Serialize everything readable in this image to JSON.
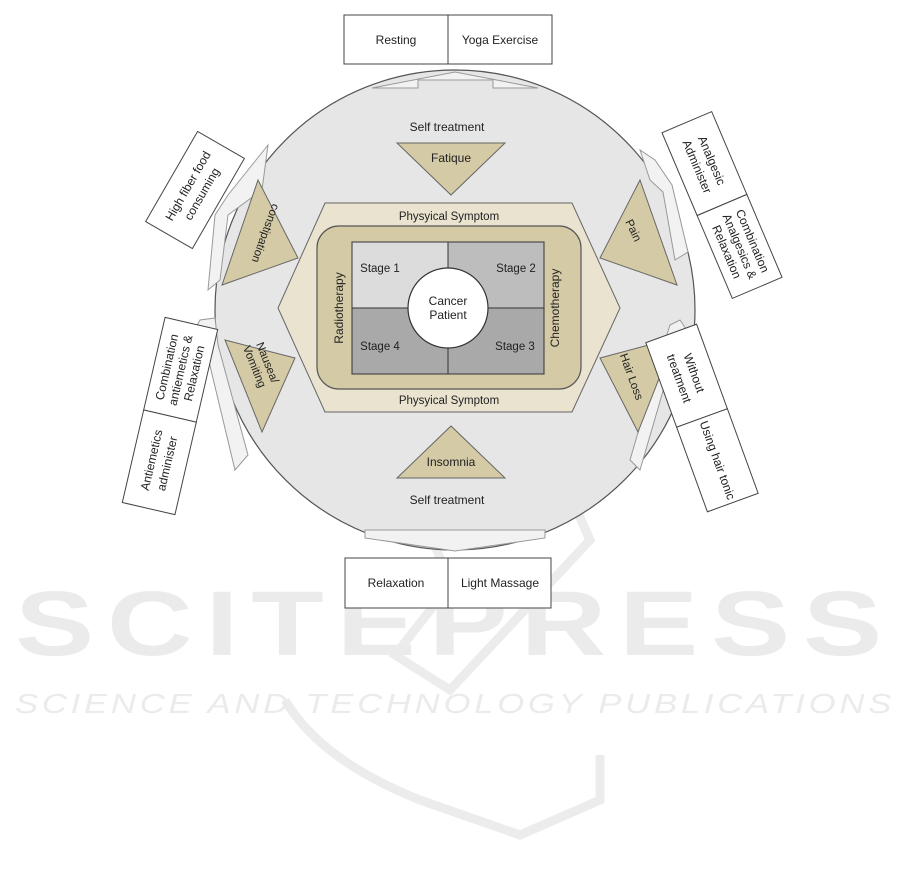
{
  "watermark": {
    "brand": "SCITEPRESS",
    "tagline": "SCIENCE AND TECHNOLOGY PUBLICATIONS"
  },
  "center": {
    "label_line1": "Cancer",
    "label_line2": "Patient",
    "stages": [
      "Stage 1",
      "Stage 2",
      "Stage 3",
      "Stage 4"
    ],
    "left_therapy": "Radiotherapy",
    "right_therapy": "Chemotherapy",
    "band_label_top": "Physyical Symptom",
    "band_label_bottom": "Physyical Symptom"
  },
  "self_treatment": {
    "top": "Self treatment",
    "bottom": "Self treatment"
  },
  "symptoms": {
    "top": "Fatique",
    "bottom": "Insomnia",
    "upper_left": "constipation",
    "lower_left_line1": "Nausea/",
    "lower_left_line2": "Vomiting",
    "upper_right": "Pain",
    "lower_right": "Hair Loss"
  },
  "treatments": {
    "top": [
      "Resting",
      "Yoga Exercise"
    ],
    "bottom": [
      "Relaxation",
      "Light Massage"
    ],
    "upper_left": [
      "High fiber food",
      "consuming"
    ],
    "lower_left_a": [
      "Antiemetics",
      "administer"
    ],
    "lower_left_b": [
      "Combination",
      "antiemetics &",
      "Relaxation"
    ],
    "upper_right_a": [
      "Analgesic",
      "Administer"
    ],
    "upper_right_b": [
      "Combination",
      "Analgesics &",
      "Relaxation"
    ],
    "lower_right_a": [
      "Without",
      "treatment"
    ],
    "lower_right_b": [
      "Using hair tonic"
    ]
  },
  "colors": {
    "circle": "#e6e6e6",
    "octagon": "#e9e3cf",
    "tan": "#d4caa6",
    "stage_light": "#dcdcdc",
    "stage_dark": "#a9a9a9",
    "outline": "#555555"
  }
}
